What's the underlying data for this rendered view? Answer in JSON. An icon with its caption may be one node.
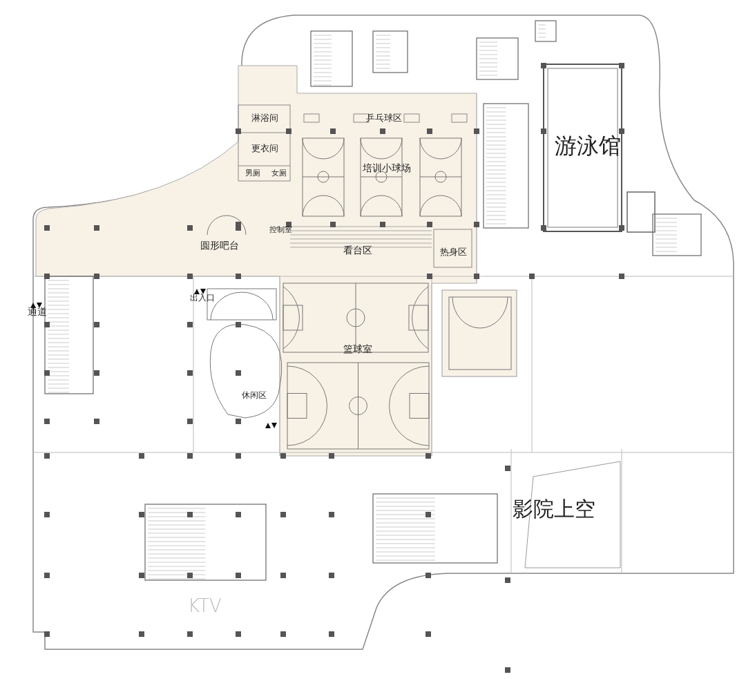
{
  "diagram": {
    "labels": [
      "淋浴间",
      "乒乓球区",
      "游泳馆",
      "更衣间",
      "培训小球场",
      "男厕",
      "女厕",
      "控制室",
      "圆形吧台",
      "看台区",
      "热身区",
      "出入口",
      "通道",
      "篮球室",
      "休闲区",
      "影院上空",
      "KTV"
    ]
  }
}
